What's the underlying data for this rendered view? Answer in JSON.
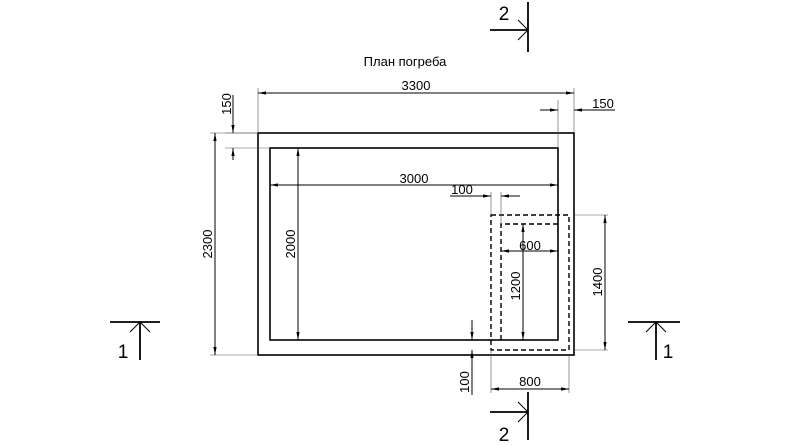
{
  "title": "План погреба",
  "dimensions": {
    "outer_width": "3300",
    "wall_top": "150",
    "wall_right": "150",
    "inner_width": "3000",
    "pit_offset": "100",
    "pit_inner_width": "600",
    "inner_height": "2000",
    "outer_height": "2300",
    "pit_inner_height": "1200",
    "pit_outer_height": "1400",
    "pit_bottom_offset": "100",
    "pit_outer_width": "800"
  },
  "sections": {
    "left": "1",
    "right": "1",
    "top": "2",
    "bottom": "2"
  }
}
